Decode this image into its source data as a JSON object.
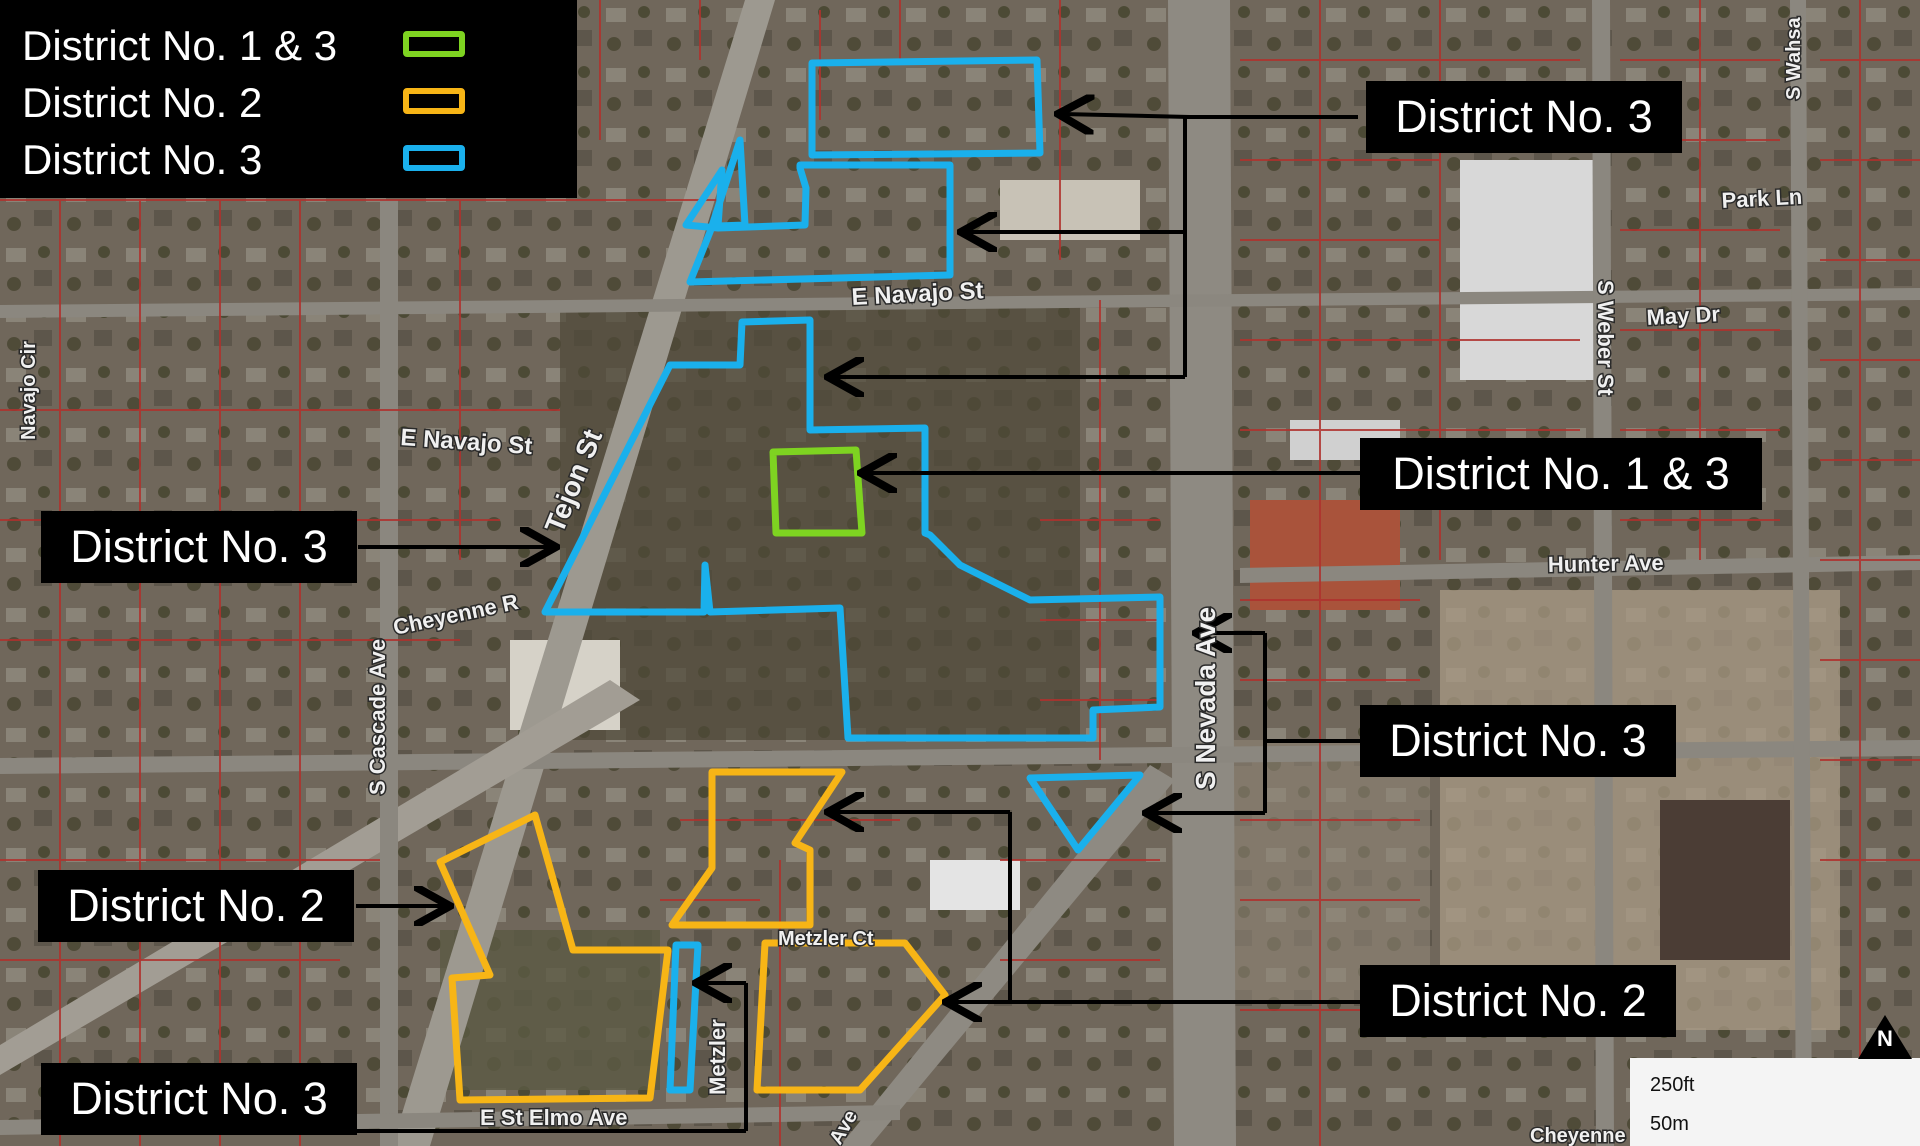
{
  "legend": {
    "items": [
      {
        "label": "District No. 1 & 3",
        "color": "#7ed321"
      },
      {
        "label": "District No. 2",
        "color": "#f7b516"
      },
      {
        "label": "District No. 3",
        "color": "#1ab0ec"
      }
    ]
  },
  "callouts": {
    "c1": "District No. 3",
    "c2": "District No. 1 & 3",
    "c3": "District No. 3",
    "c4": "District No. 3",
    "c5": "District No. 2",
    "c6": "District No. 2",
    "c7": "District No. 3"
  },
  "streets": {
    "navajo_st_east": "E Navajo St",
    "navajo_st_west": "E Navajo St",
    "tejon_st": "Tejon St",
    "cascade_ave": "S Cascade Ave",
    "nevada_ave": "S Nevada Ave",
    "weber_st": "S Weber St",
    "wahsatch": "S Wahsa",
    "park_ln": "Park Ln",
    "may_dr": "May Dr",
    "hunter_ave": "Hunter Ave",
    "metzler": "Metzler",
    "metzler_ct": "Metzler Ct",
    "st_elmo_ave": "E St Elmo Ave",
    "navajo_cir": "Navajo Cir",
    "cheyenne_creek": "Cheyenne R",
    "cheyenne_bottom": "Cheyenne",
    "ave_bottom": "Ave"
  },
  "scale": {
    "feet": "250ft",
    "meters": "50m"
  },
  "north": "N",
  "colors": {
    "district_1_3": "#7ed321",
    "district_2": "#f7b516",
    "district_3": "#1ab0ec",
    "parcel": "#b0312d"
  }
}
